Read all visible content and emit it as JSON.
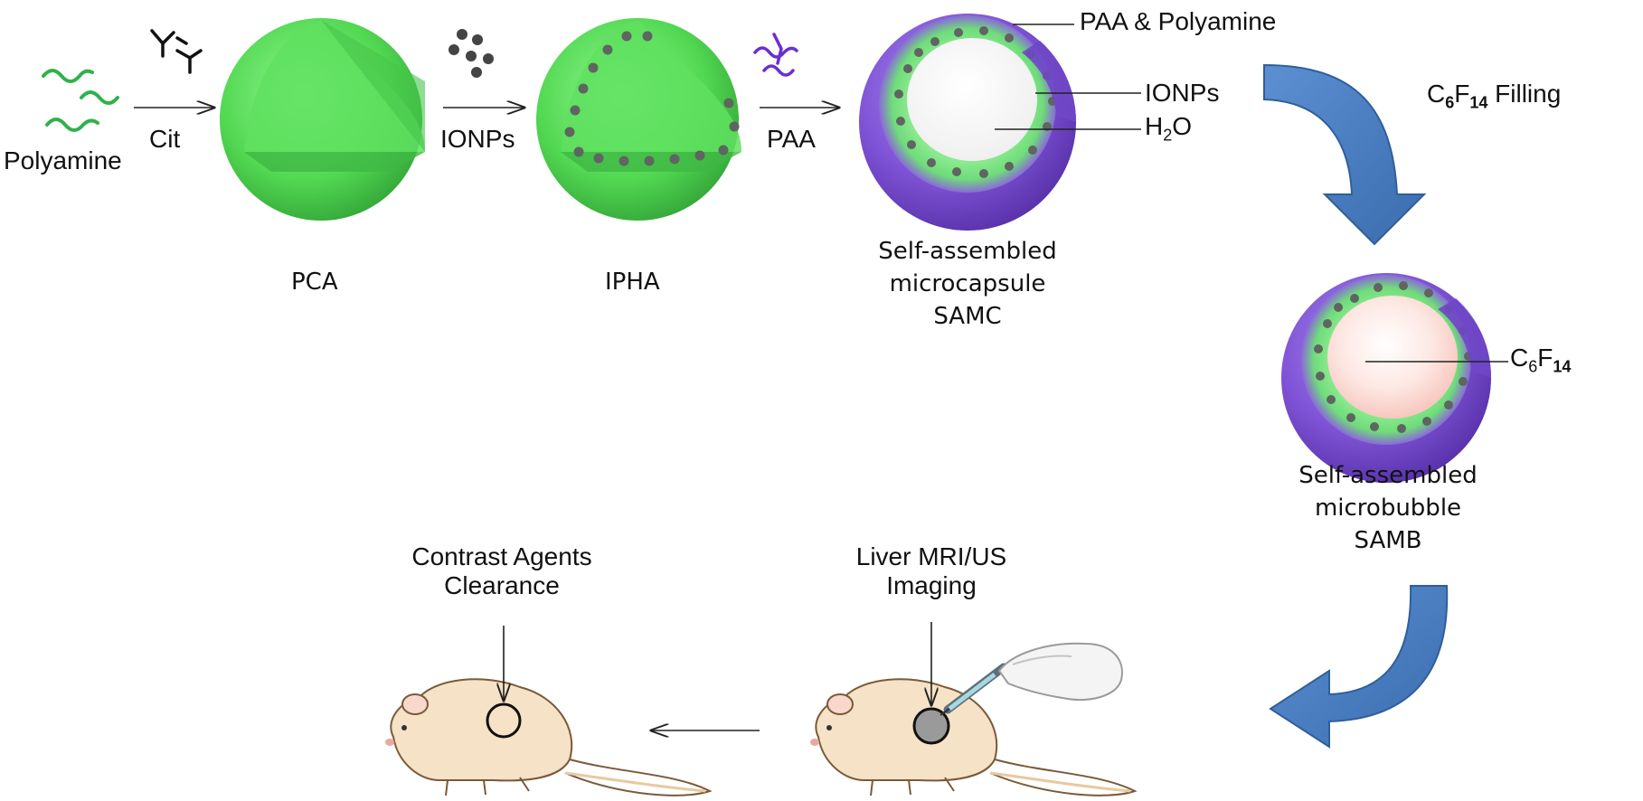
{
  "labels": {
    "polyamine": "Polyamine",
    "cit": "Cit",
    "ionps_step": "IONPs",
    "paa_step": "PAA",
    "pca": "PCA",
    "ipha": "IPHA",
    "samc_line1": "Self-assembled",
    "samc_line2": "microcapsule",
    "samc_line3": "SAMC",
    "callout_paa_polyamine": "PAA & Polyamine",
    "callout_ionps": "IONPs",
    "callout_h2o_h": "H",
    "callout_h2o_sub": "2",
    "callout_h2o_o": "O",
    "filling_c": "C",
    "filling_sub6": "6",
    "filling_f": "F",
    "filling_sub14": "14",
    "filling_word": " Filling",
    "callout_c6f14_c": "C",
    "callout_c6f14_sub6": "6",
    "callout_c6f14_f": "F",
    "callout_c6f14_sub14": "14",
    "samb_line1": "Self-assembled",
    "samb_line2": "microbubble",
    "samb_line3": "SAMB",
    "imaging_line1": "Liver MRI/US",
    "imaging_line2": "Imaging",
    "clearance_line1": "Contrast Agents",
    "clearance_line2": "Clearance"
  },
  "colors": {
    "green_light": "#7cf27c",
    "green_mid": "#4fd64f",
    "green_dark": "#2f9e34",
    "purple": "#8a5bd8",
    "purple_dark": "#5a34a8",
    "dot": "#5f6560",
    "flow_arrow": "#4a7ec0",
    "flow_arrow_edge": "#2f5f9a",
    "rat_body": "#f6e2c6",
    "rat_outline": "#7a5a3a",
    "polyamine_strand": "#2fb24a",
    "paa_strand": "#6a2fd0"
  },
  "icons": [
    "polyamine-strand-icon",
    "citrate-molecule-icon",
    "iron-oxide-nanoparticles-icon",
    "paa-strand-icon",
    "syringe-hand-icon",
    "rat-icon"
  ]
}
